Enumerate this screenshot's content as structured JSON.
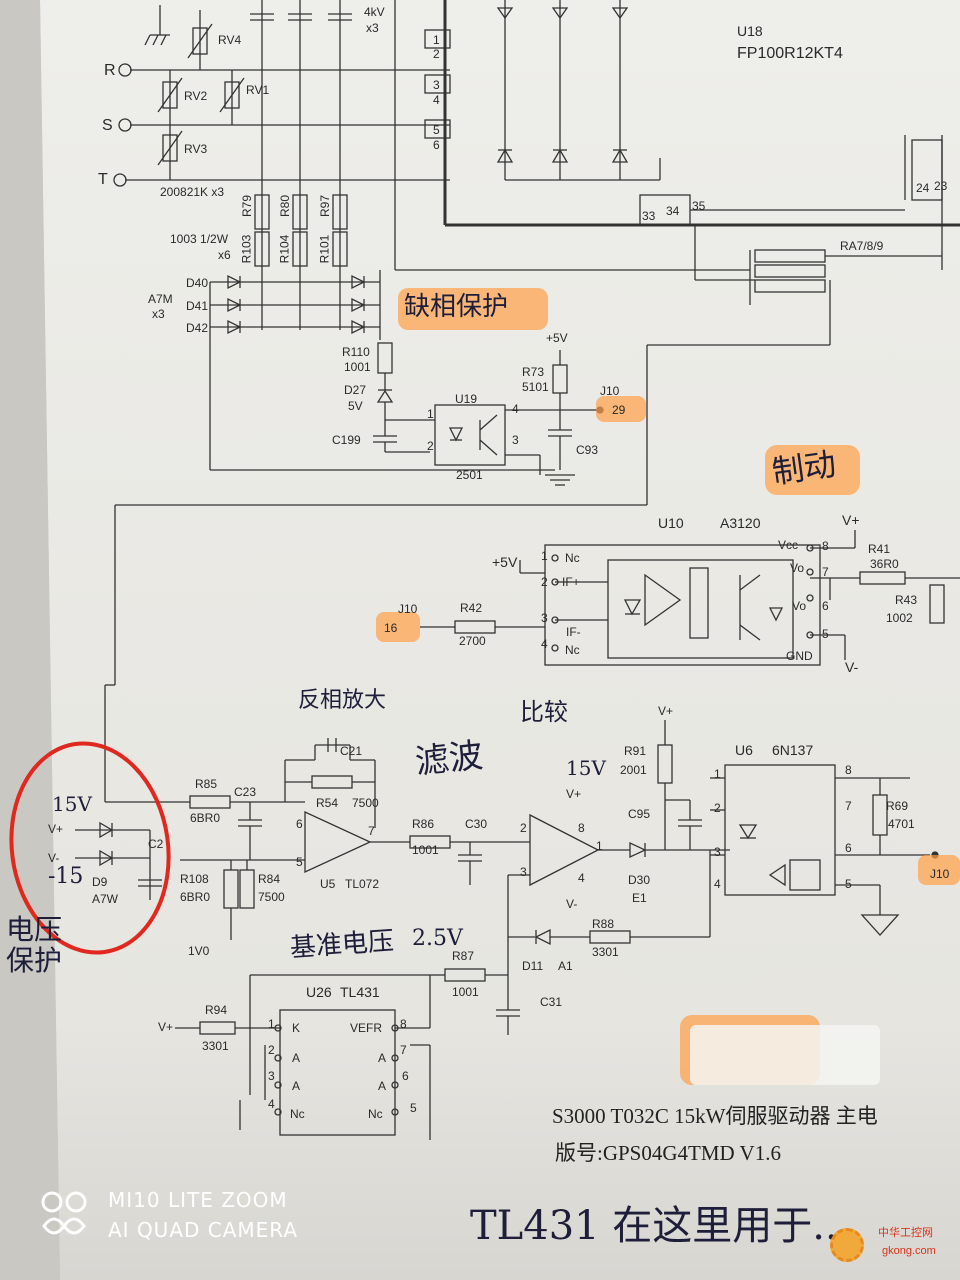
{
  "schematic": {
    "title_line1": "S3000 T032C 15kW伺服驱动器 主电",
    "title_line2": "版号:GPS04G4TMD  V1.6",
    "igbt_ref": "U18",
    "igbt_part": "FP100R12KT4",
    "inputs": [
      "R",
      "S",
      "T"
    ],
    "rv_top": "RV4",
    "rv_row2": [
      "RV2",
      "RV1"
    ],
    "rv_row3": "RV3",
    "varistor_part": "200821K x3",
    "cap_rating": "4kV",
    "cap_qty": "x3",
    "res_upper": [
      "R79",
      "R80",
      "R97"
    ],
    "res_lower": [
      "R103",
      "R104",
      "R101"
    ],
    "res_rating": "1003 1/2W",
    "res_qty": "x6",
    "diodes": [
      "D40",
      "D41",
      "D42"
    ],
    "diode_part": "A7M",
    "diode_qty": "x3",
    "terminals_top": [
      "1",
      "2",
      "3",
      "4",
      "5",
      "6"
    ],
    "terminals_mid": [
      "33",
      "34",
      "35"
    ],
    "terminals_right": [
      "24",
      "23"
    ],
    "brake_res": "RA7/8/9",
    "phase_loss": {
      "r110": "R110",
      "r110_val": "1001",
      "d27": "D27",
      "d27_val": "5V",
      "c199": "C199",
      "u19": "U19",
      "u19_part": "2501",
      "r73": "R73",
      "r73_val": "5101",
      "vcc": "+5V",
      "c93": "C93",
      "j10": "J10",
      "pin": "29",
      "opto_pins": [
        "1",
        "2",
        "3",
        "4"
      ]
    },
    "brake": {
      "u10": "U10",
      "u10_part": "A3120",
      "vplus": "V+",
      "vminus": "V-",
      "vcc5": "+5V",
      "j10": "J10",
      "pin": "16",
      "r42": "R42",
      "r42_val": "2700",
      "r41": "R41",
      "r41_val": "36R0",
      "r43": "R43",
      "r43_val": "1002",
      "pins_left": [
        "Nc",
        "IF+",
        "IF-",
        "Nc"
      ],
      "pins_right": [
        "Vcc",
        "Vo",
        "Vo",
        "GND"
      ],
      "pin_nums": [
        "1",
        "2",
        "3",
        "4",
        "5",
        "6",
        "7",
        "8"
      ]
    },
    "undervolt": {
      "r85": "R85",
      "r85_val": "6BR0",
      "c23": "C23",
      "c21": "C21",
      "r54": "R54",
      "r54_val": "7500",
      "r108": "R108",
      "r108_val": "6BR0",
      "r84": "R84",
      "r84_val": "7500",
      "v10": "1V0",
      "u5": "U5",
      "u5_part": "TL072",
      "vplus": "V+",
      "vminus": "V-",
      "d9": "D9",
      "d9_part": "A7W",
      "c2": "C2",
      "r86": "R86",
      "r86_val": "1001",
      "c30": "C30",
      "pin_in": [
        "6",
        "5"
      ],
      "pin_out": "7",
      "comp_pins": [
        "2",
        "3",
        "8",
        "4",
        "1"
      ],
      "comp_vplus": "V+",
      "comp_vminus": "V-",
      "r91": "R91",
      "r91_val": "2001",
      "v_plus": "V+",
      "c95": "C95",
      "d30": "D30",
      "d30_part": "E1",
      "d11": "D11",
      "d11_part": "A1",
      "r88": "R88",
      "r88_val": "3301",
      "r87": "R87",
      "r87_val": "1001",
      "c31": "C31",
      "u6": "U6",
      "u6_part": "6N137",
      "r69": "R69",
      "r69_val": "4701",
      "j10": "J10",
      "u6_pins": [
        "1",
        "2",
        "3",
        "4",
        "5",
        "6",
        "7",
        "8"
      ]
    },
    "ref": {
      "u26": "U26",
      "u26_part": "TL431",
      "r94": "R94",
      "r94_val": "3301",
      "vplus": "V+",
      "pins_left": [
        "K",
        "A",
        "A",
        "Nc"
      ],
      "pins_right": [
        "VEFR",
        "A",
        "A",
        "Nc"
      ],
      "nums_left": [
        "1",
        "2",
        "3",
        "4"
      ],
      "nums_right": [
        "8",
        "7",
        "6",
        "5"
      ]
    }
  },
  "handwriting": {
    "phase_loss": "缺相保护",
    "brake": "制动",
    "inverting": "反相放大",
    "filter": "滤波",
    "compare": "比较",
    "v15": "15V",
    "v15b": "15V",
    "vneg": "-15",
    "undervolt": "电压保护",
    "reference": "基准电压",
    "v25": "2.5V",
    "bottom": "TL431 在这里用于..."
  },
  "camera": {
    "line1": "MI10 LITE ZOOM",
    "line2": "AI QUAD CAMERA"
  },
  "watermark": {
    "site": "中华工控网",
    "domain": "gkong.com"
  },
  "colors": {
    "paper": "#ecebe6",
    "ink": "#2a2a2a",
    "highlight": "#ffa046",
    "circle": "#e0281e"
  }
}
